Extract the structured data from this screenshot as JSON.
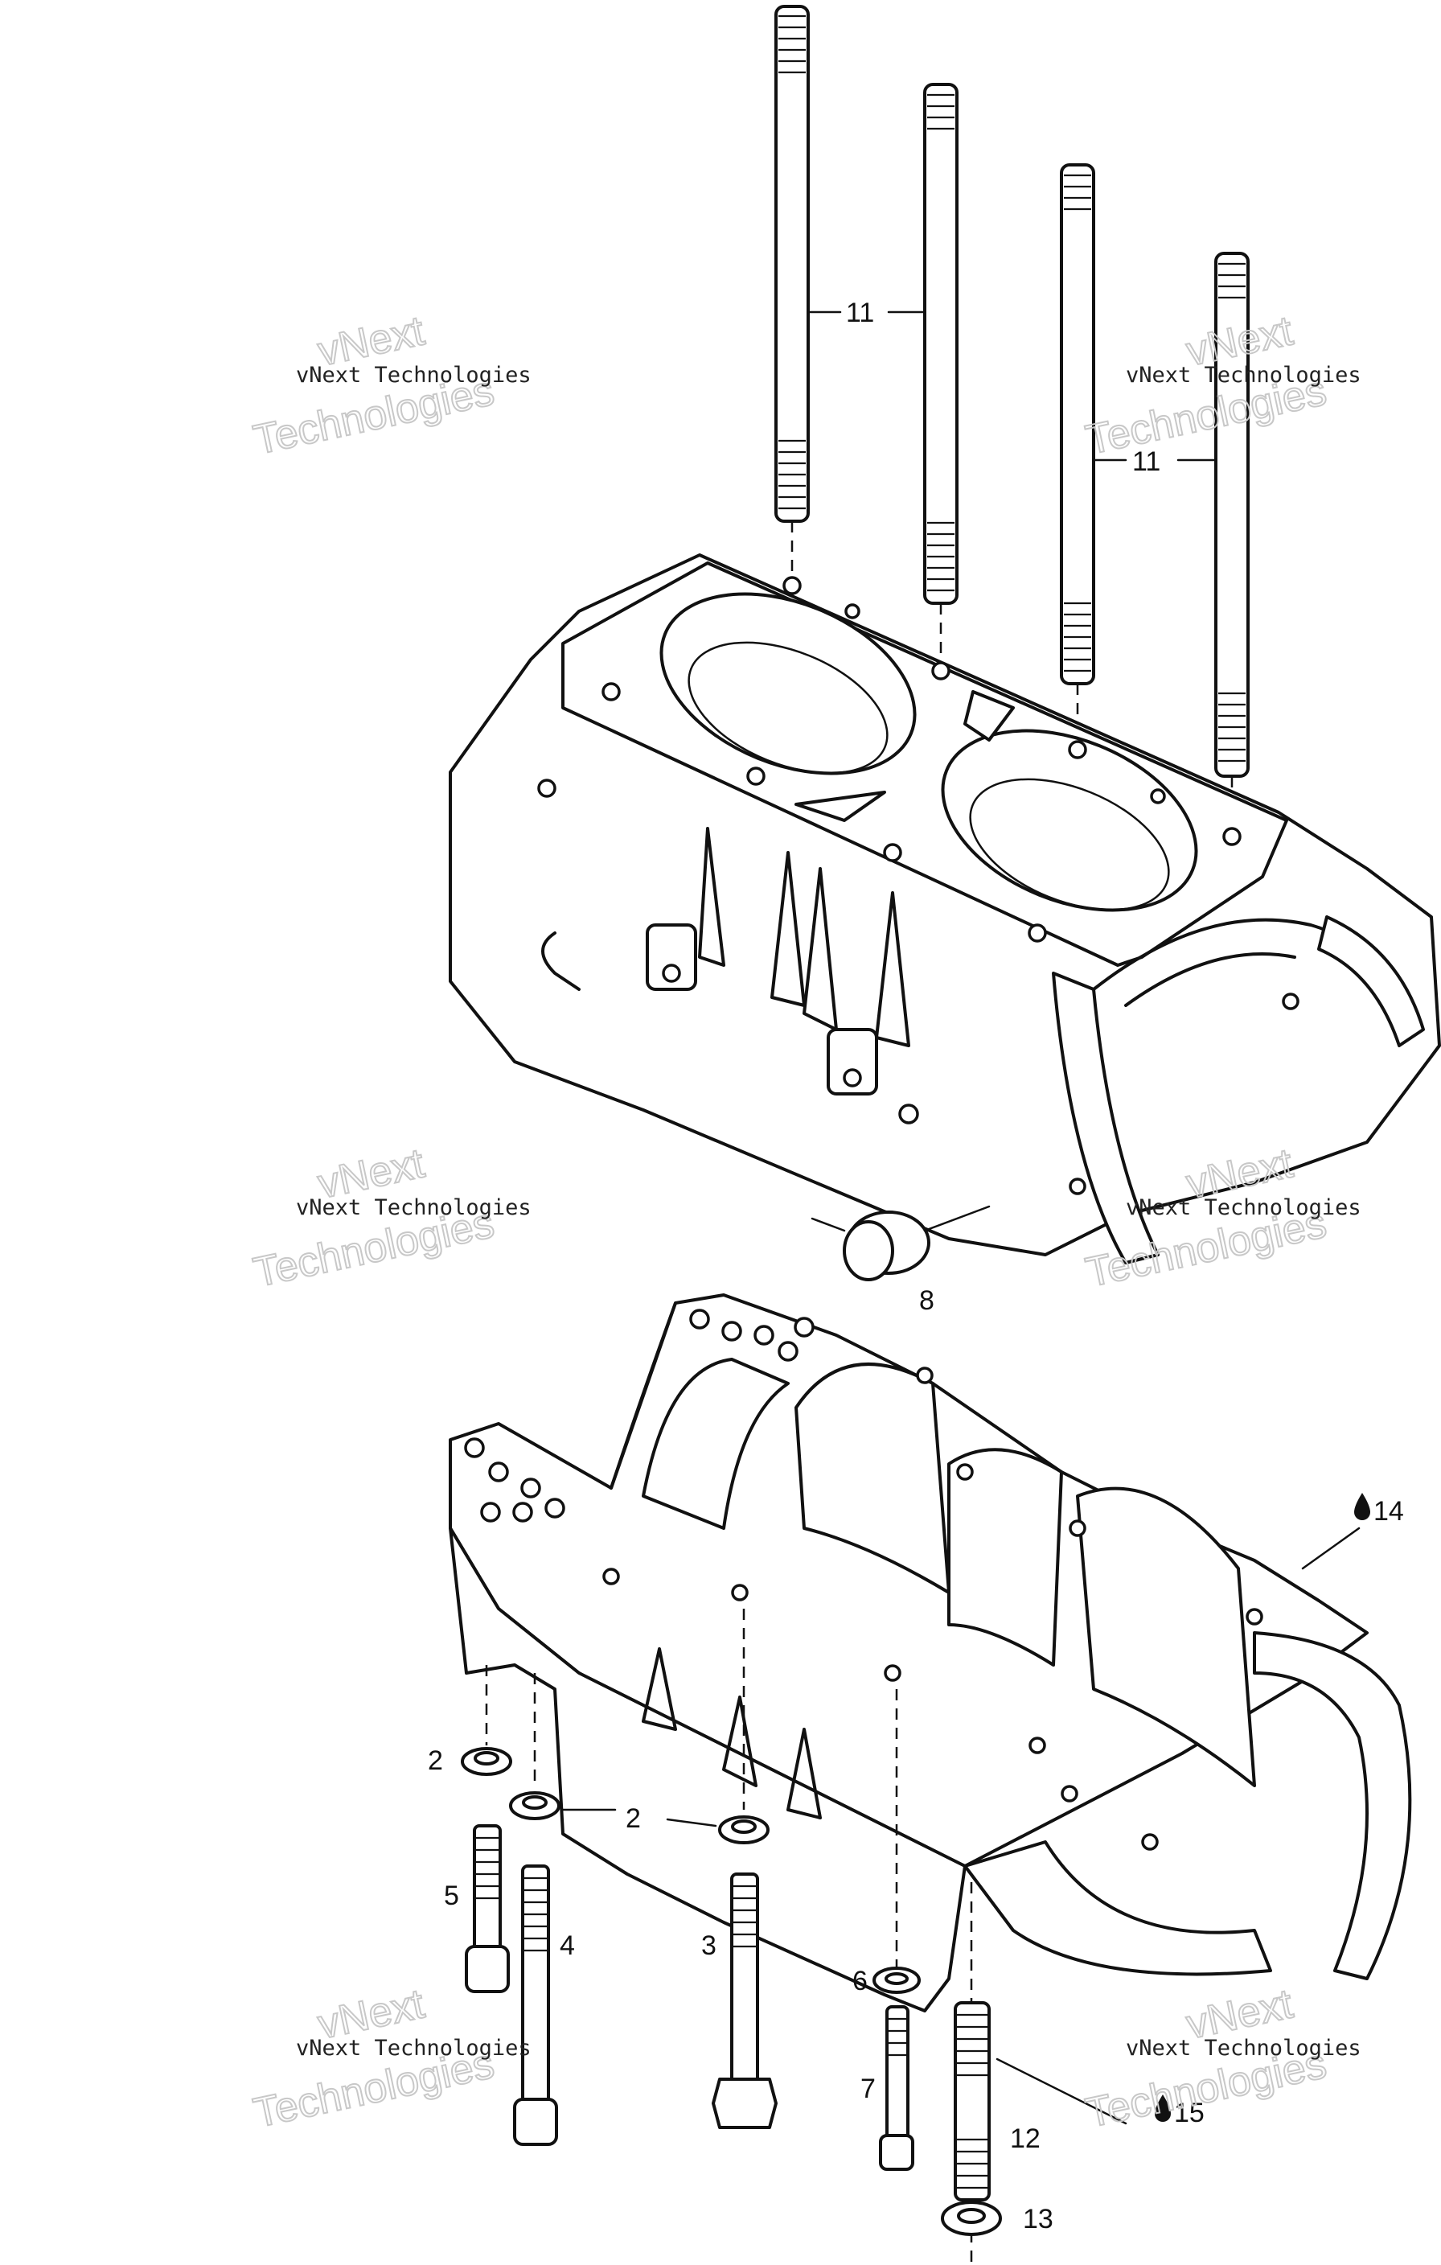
{
  "callouts": {
    "c11a": "11",
    "c11b": "11",
    "c8": "8",
    "c14": "14",
    "c2a": "2",
    "c2b": "2",
    "c5": "5",
    "c4": "4",
    "c3": "3",
    "c6": "6",
    "c7": "7",
    "c12": "12",
    "c15": "15",
    "c13": "13"
  },
  "watermark": {
    "line_small": "vNext Technologies",
    "word1": "vNext",
    "word2": "Technologies"
  },
  "icons": {
    "drop": "sealant-drop-icon"
  }
}
